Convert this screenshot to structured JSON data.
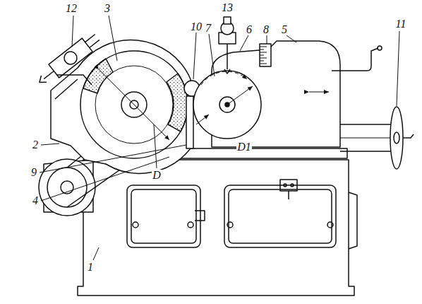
{
  "diagram": {
    "labels": [
      "12",
      "3",
      "13",
      "10",
      "7",
      "6",
      "8",
      "5",
      "11",
      "2",
      "D",
      "D1",
      "9",
      "4",
      "1"
    ]
  }
}
